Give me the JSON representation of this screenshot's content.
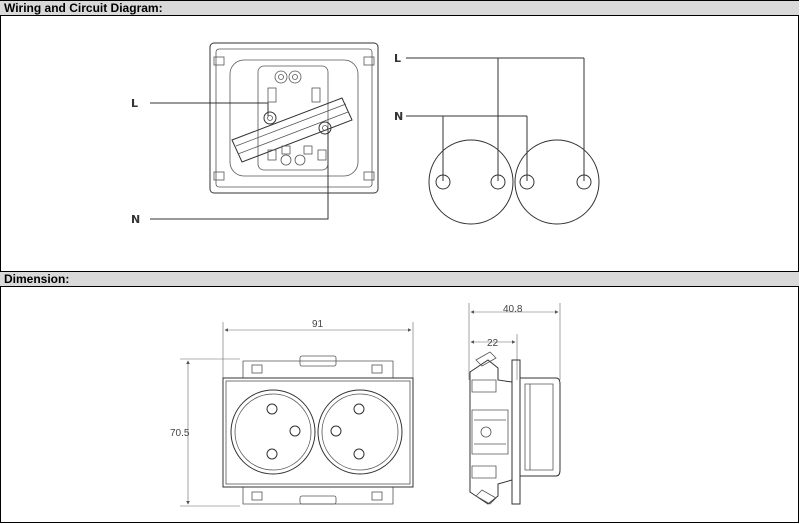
{
  "sections": {
    "wiring": {
      "title": "Wiring and Circuit Diagram:"
    },
    "dimension": {
      "title": "Dimension:"
    }
  },
  "wiring_labels": {
    "l_left": "L",
    "n_left": "N",
    "l_right": "L",
    "n_right": "N"
  },
  "dimensions": {
    "width": "91",
    "height": "70.5",
    "depth_total": "40.8",
    "depth_part": "22"
  }
}
